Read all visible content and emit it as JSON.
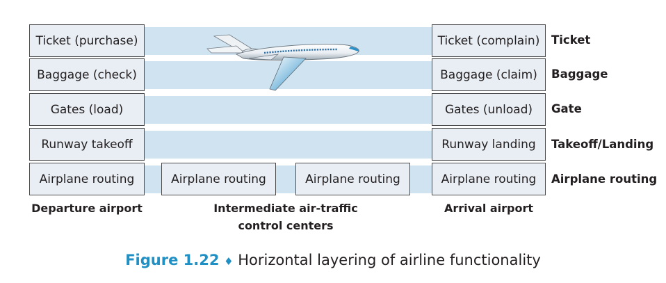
{
  "departure": {
    "label": "Departure airport",
    "layers": [
      "Ticket (purchase)",
      "Baggage (check)",
      "Gates (load)",
      "Runway takeoff",
      "Airplane routing"
    ]
  },
  "intermediate": {
    "label_line1": "Intermediate air-traffic",
    "label_line2": "control centers",
    "boxes": [
      "Airplane routing",
      "Airplane routing"
    ]
  },
  "arrival": {
    "label": "Arrival airport",
    "layers": [
      "Ticket (complain)",
      "Baggage (claim)",
      "Gates (unload)",
      "Runway landing",
      "Airplane routing"
    ]
  },
  "layer_names": [
    "Ticket",
    "Baggage",
    "Gate",
    "Takeoff/Landing",
    "Airplane routing"
  ],
  "caption": {
    "figure": "Figure 1.22",
    "symbol": "♦",
    "text": "Horizontal layering of airline functionality"
  },
  "colors": {
    "band": "#cfe4f0",
    "box_fill": "#e8eef3",
    "accent": "#1f8fc4"
  }
}
